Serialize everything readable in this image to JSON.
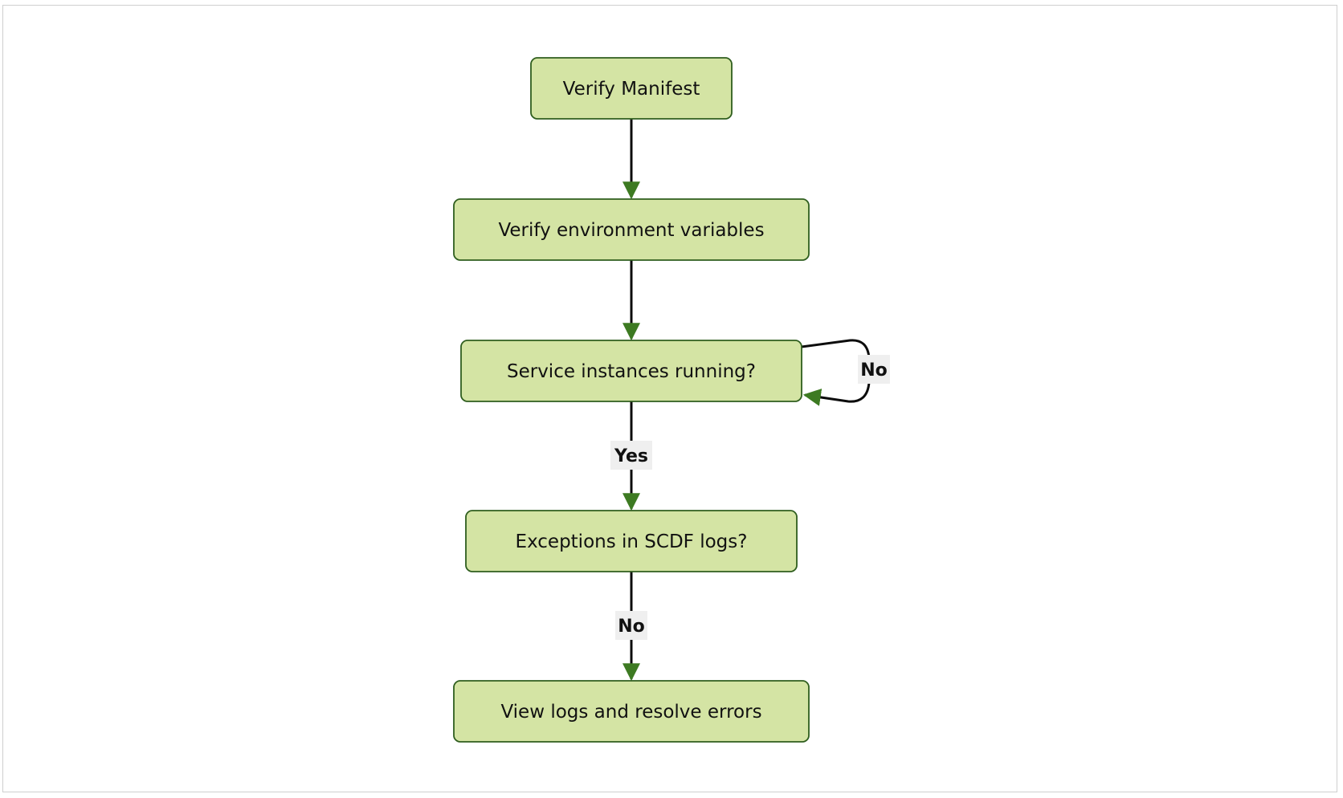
{
  "diagram": {
    "type": "flowchart",
    "colors": {
      "node_fill": "#d4e4a4",
      "node_border": "#2f5e1e",
      "edge": "#0c0c0c",
      "arrowhead": "#3d7a22",
      "label_background": "#efefef"
    },
    "nodes": {
      "verify_manifest": "Verify Manifest",
      "verify_env": "Verify environment variables",
      "service_running": "Service instances running?",
      "exceptions": "Exceptions in SCDF logs?",
      "view_logs": "View logs and resolve errors"
    },
    "edges": {
      "manifest_to_env": "",
      "env_to_service": "",
      "service_loop_label": "No",
      "service_to_exceptions_label": "Yes",
      "exceptions_to_view_label": "No"
    }
  }
}
